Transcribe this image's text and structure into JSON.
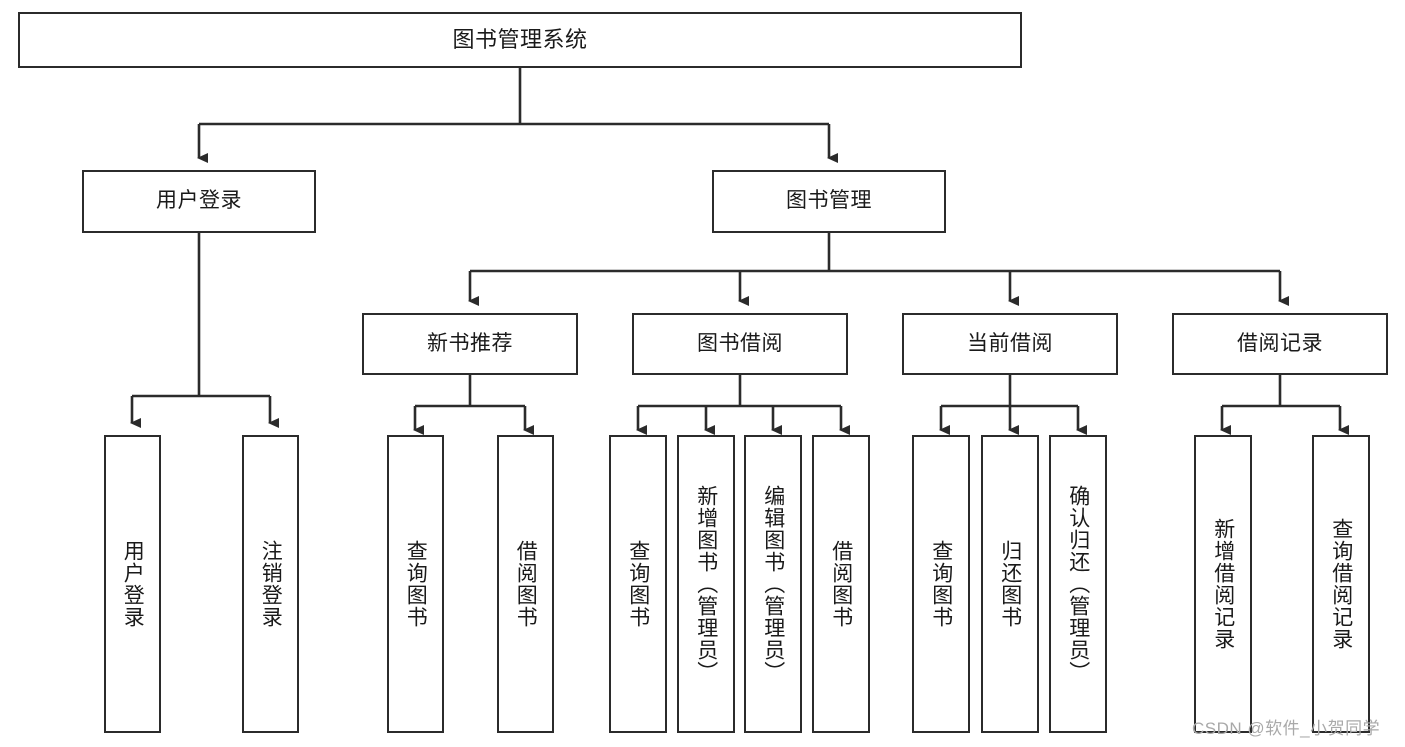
{
  "diagram": {
    "title": "图书管理系统",
    "type": "hierarchy-tree",
    "watermark": "CSDN @软件_小贺同学",
    "colors": {
      "background": "#ffffff",
      "box_border": "#2b2b2b",
      "box_fill": "#ffffff",
      "text": "#1a1a1a",
      "edge": "#2b2b2b",
      "watermark": "#a9a9a9"
    },
    "root": {
      "label": "图书管理系统"
    },
    "level1": [
      {
        "label": "用户登录"
      },
      {
        "label": "图书管理"
      }
    ],
    "level2": [
      {
        "label": "新书推荐"
      },
      {
        "label": "图书借阅"
      },
      {
        "label": "当前借阅"
      },
      {
        "label": "借阅记录"
      }
    ],
    "leaves": {
      "user_login": [
        {
          "label": "用户登录"
        },
        {
          "label": "注销登录"
        }
      ],
      "new_book_recommend": [
        {
          "label": "查询图书"
        },
        {
          "label": "借阅图书"
        }
      ],
      "book_borrow": [
        {
          "label": "查询图书"
        },
        {
          "label": "新增图书（管理员）"
        },
        {
          "label": "编辑图书（管理员）"
        },
        {
          "label": "借阅图书"
        }
      ],
      "current_borrow": [
        {
          "label": "查询图书"
        },
        {
          "label": "归还图书"
        },
        {
          "label": "确认归还（管理员）"
        }
      ],
      "borrow_record": [
        {
          "label": "新增借阅记录"
        },
        {
          "label": "查询借阅记录"
        }
      ]
    }
  }
}
